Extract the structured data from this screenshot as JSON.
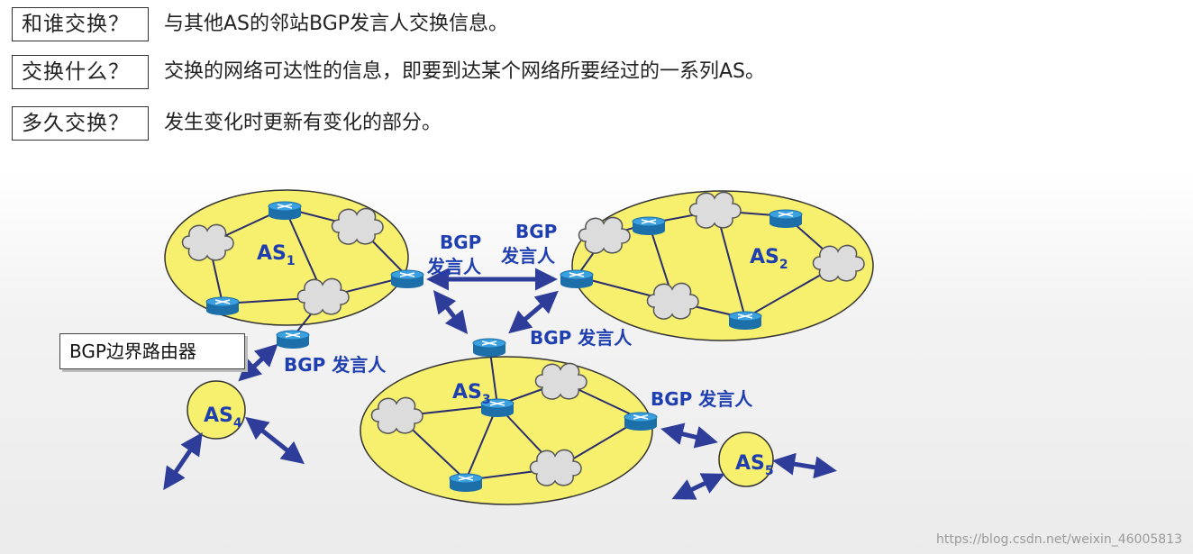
{
  "qa": [
    {
      "question": "和谁交换？",
      "answer": "与其他AS的邻站BGP发言人交换信息。"
    },
    {
      "question": "交换什么？",
      "answer": "交换的网络可达性的信息，即要到达某个网络所要经过的一系列AS。"
    },
    {
      "question": "多久交换？",
      "answer": "发生变化时更新有变化的部分。"
    }
  ],
  "diagram": {
    "as_labels": [
      {
        "name": "AS",
        "sub": "1"
      },
      {
        "name": "AS",
        "sub": "2"
      },
      {
        "name": "AS",
        "sub": "3"
      },
      {
        "name": "AS",
        "sub": "4"
      },
      {
        "name": "AS",
        "sub": "5"
      }
    ],
    "bgp_labels": {
      "bgp": "BGP",
      "speaker": "发言人",
      "speaker_full": "BGP 发言人"
    },
    "border_router_label": "BGP边界路由器",
    "colors": {
      "as_fill": "#f7f06e",
      "as_stroke": "#333333",
      "arrow": "#2e3d9a",
      "label": "#1f3fb0",
      "router": "#2a8fd0"
    }
  },
  "watermark": "https://blog.csdn.net/weixin_46005813"
}
